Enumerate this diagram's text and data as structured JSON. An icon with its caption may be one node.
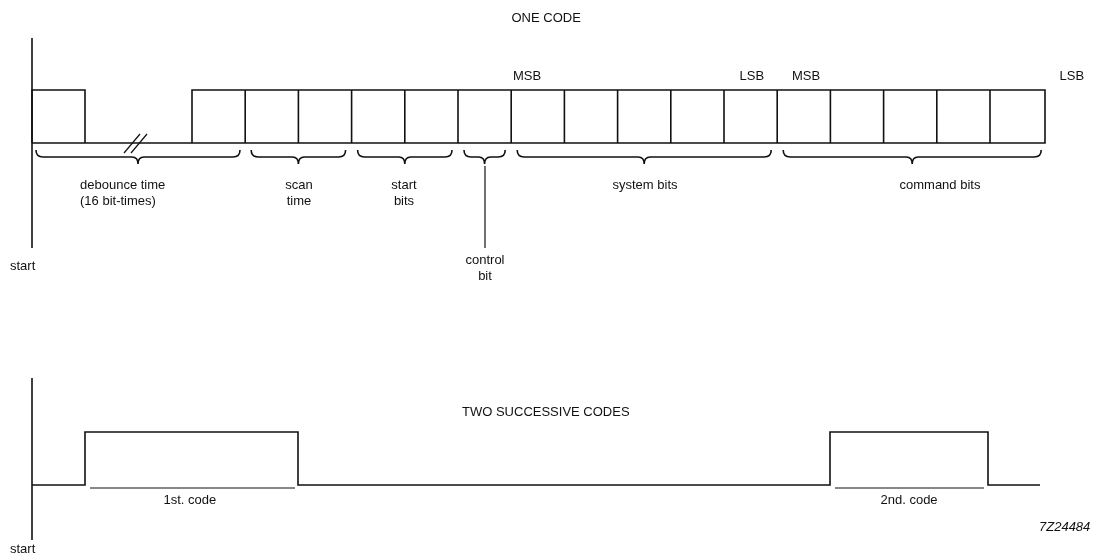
{
  "diagram": {
    "nodes": [
      {
        "text": [
          "control bit"
        ]
      },
      {
        "text": [],
        "shape": "brace"
      }
    ],
    "edges": [
      {
        "from": 0,
        "to": 1,
        "arrow": "none"
      }
    ],
    "labels": [
      "ONE CODE",
      "MSB",
      "LSB",
      "MSB",
      "LSB",
      "debounce time (16 bit-times)",
      "scan time",
      "start bits",
      "system bits",
      "command bits",
      "start",
      "TWO SUCCESSIVE CODES",
      "1st. code",
      "2nd. code",
      "start",
      "7Z24484"
    ]
  }
}
